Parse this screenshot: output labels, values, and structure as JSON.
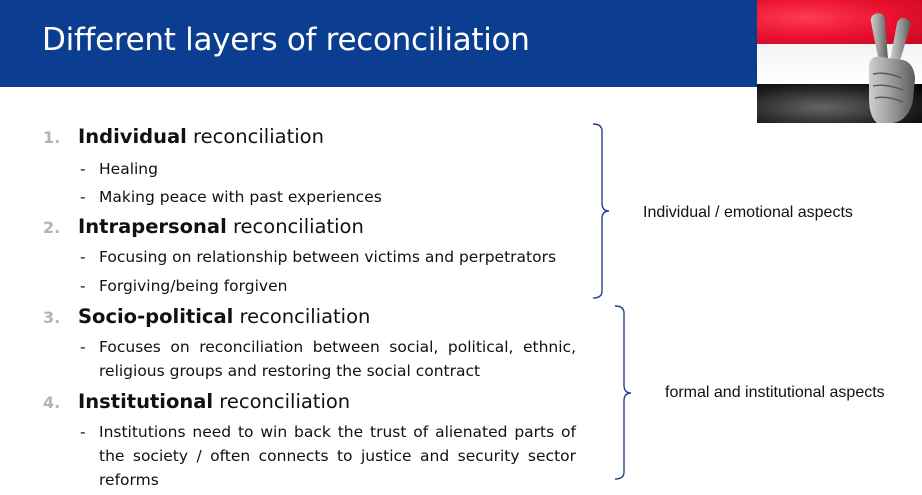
{
  "slide": {
    "title": "Different layers of reconciliation",
    "accent_color": "#0b3d91",
    "number_color": "#b3b3b3"
  },
  "photo": {
    "description_icon": "yemen-flag-peace-hand",
    "flag_colors": [
      "#e8102e",
      "#ffffff",
      "#000000"
    ]
  },
  "items": [
    {
      "number": "1.",
      "bold": "Individual",
      "rest": " reconciliation",
      "subs": [
        "Healing",
        "Making peace with past experiences"
      ]
    },
    {
      "number": "2.",
      "bold": "Intrapersonal",
      "rest": " reconciliation",
      "subs": [
        "Focusing on relationship between victims and perpetrators",
        "Forgiving/being forgiven"
      ]
    },
    {
      "number": "3.",
      "bold": "Socio-political",
      "rest": " reconciliation",
      "subs": [
        "Focuses on reconciliation between social, political, ethnic, religious groups and restoring the social contract"
      ]
    },
    {
      "number": "4.",
      "bold": "Institutional",
      "rest": " reconciliation",
      "subs": [
        "Institutions need to win back the trust of alienated parts of the society / often connects to justice and security sector reforms"
      ]
    }
  ],
  "aspects": [
    {
      "label": "Individual / emotional aspects"
    },
    {
      "label": "formal and institutional aspects"
    }
  ],
  "bullet_dash": "-"
}
